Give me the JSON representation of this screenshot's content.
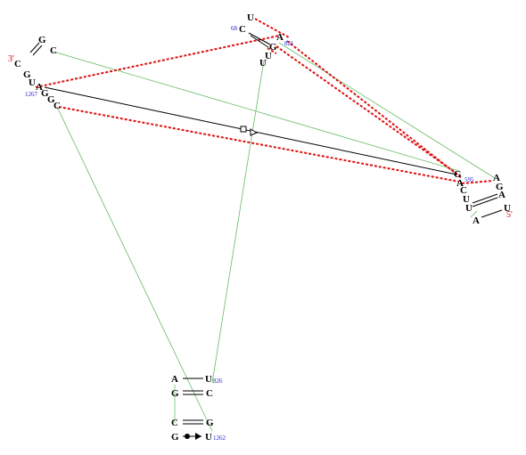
{
  "diagram": {
    "ends": {
      "five_prime": "5'",
      "three_prime": "3'"
    },
    "position_labels": {
      "p68": "68",
      "p821": "821",
      "p595": "595",
      "p1267": "1267",
      "p826": "826",
      "p1262": "1262"
    },
    "bases": {
      "b_3g": "G",
      "b_3c1": "C",
      "b_3c2": "C",
      "b_3g2": "G",
      "b_u1267": "U",
      "b_a1268": "A",
      "b_g1": "G",
      "b_g2": "G",
      "b_c1": "C",
      "b_u_top": "U",
      "b_c68": "C",
      "b_a821": "A",
      "b_g_top": "G",
      "b_u_t1": "U",
      "b_u_t2": "U",
      "b_g595": "G",
      "b_a_r1": "A",
      "b_c_r": "C",
      "b_u_r1": "U",
      "b_a_r2": "A",
      "b_a_r3": "A",
      "b_g_r": "G",
      "b_a_r4": "A",
      "b_u_r2": "U",
      "b_a_bl": "A",
      "b_u826": "U",
      "b_g_b1": "G",
      "b_c_b1": "C",
      "b_c_b2": "C",
      "b_g_b2": "G",
      "b_g_b3": "G",
      "b_u1262": "U"
    },
    "colors": {
      "green": "#66bb66",
      "red": "#dd1111",
      "black": "#000000",
      "blue": "#1f1fd0"
    }
  }
}
